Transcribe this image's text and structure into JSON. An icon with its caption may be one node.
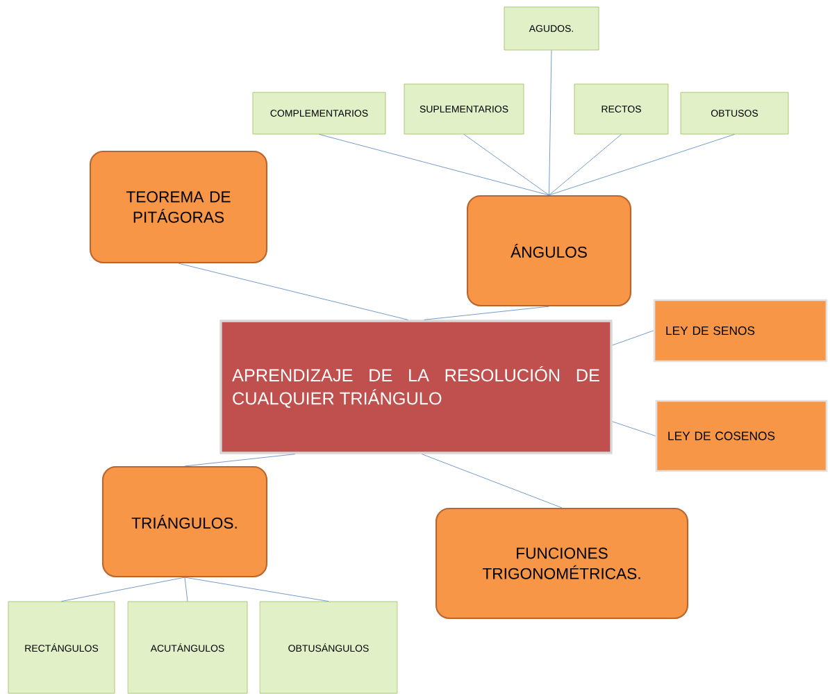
{
  "diagram": {
    "nodes": [
      {
        "text": [
          "AGUDOS."
        ]
      },
      {
        "text": [
          "COMPLEMENTARIOS"
        ]
      },
      {
        "text": [
          "SUPLEMENTARIOS"
        ]
      },
      {
        "text": [
          "RECTOS"
        ]
      },
      {
        "text": [
          "OBTUSOS"
        ]
      },
      {
        "text": [
          "TEOREMA DE PITÁGORAS"
        ]
      },
      {
        "text": [
          "ÁNGULOS"
        ]
      },
      {
        "text": [
          "APRENDIZAJE DE LA RESOLUCIÓN DE CUALQUIER TRIÁNGULO"
        ]
      },
      {
        "text": [
          "LEY DE SENOS"
        ]
      },
      {
        "text": [
          "LEY DE COSENOS"
        ]
      },
      {
        "text": [
          "TRIÁNGULOS."
        ]
      },
      {
        "text": [
          "FUNCIONES TRIGONOMÉTRICAS."
        ]
      },
      {
        "text": [
          "RECTÁNGULOS"
        ]
      },
      {
        "text": [
          "ACUTÁNGULOS"
        ]
      },
      {
        "text": [
          "OBTUSÁNGULOS"
        ]
      }
    ],
    "edges": [
      {
        "from": 6,
        "to": 0,
        "arrow": "none"
      },
      {
        "from": 6,
        "to": 1,
        "arrow": "none"
      },
      {
        "from": 6,
        "to": 2,
        "arrow": "none"
      },
      {
        "from": 6,
        "to": 3,
        "arrow": "none"
      },
      {
        "from": 6,
        "to": 4,
        "arrow": "none"
      },
      {
        "from": 5,
        "to": 7,
        "arrow": "none"
      },
      {
        "from": 6,
        "to": 7,
        "arrow": "none"
      },
      {
        "from": 7,
        "to": 8,
        "arrow": "none"
      },
      {
        "from": 7,
        "to": 9,
        "arrow": "none"
      },
      {
        "from": 7,
        "to": 10,
        "arrow": "none"
      },
      {
        "from": 7,
        "to": 11,
        "arrow": "none"
      },
      {
        "from": 10,
        "to": 12,
        "arrow": "none"
      },
      {
        "from": 10,
        "to": 13,
        "arrow": "none"
      },
      {
        "from": 10,
        "to": 14,
        "arrow": "none"
      }
    ]
  }
}
